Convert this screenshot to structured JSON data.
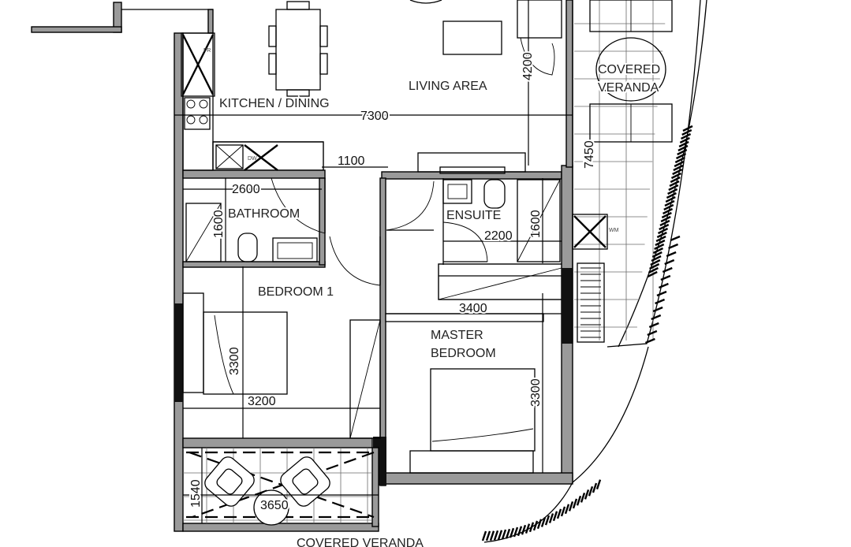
{
  "rooms": {
    "kitchen": "KITCHEN / DINING",
    "living": "LIVING AREA",
    "veranda_top_1": "COVERED",
    "veranda_top_2": "VERANDA",
    "bathroom": "BATHROOM",
    "ensuite": "ENSUITE",
    "bedroom1": "BEDROOM 1",
    "master_1": "MASTER",
    "master_2": "BEDROOM",
    "veranda_bottom": "COVERED VERANDA"
  },
  "dimensions": {
    "d7300": "7300",
    "d4200": "4200",
    "d7450": "7450",
    "d1100": "1100",
    "d2600": "2600",
    "d1600_bath": "1600",
    "d1600_ens": "1600",
    "d2200": "2200",
    "d3400": "3400",
    "d3300_bed1": "3300",
    "d3200": "3200",
    "d3300_master": "3300",
    "d1540": "1540",
    "d3650": "3650"
  },
  "fixtures": {
    "fridge": "FR",
    "dishwasher": "DW",
    "washer": "WM"
  }
}
